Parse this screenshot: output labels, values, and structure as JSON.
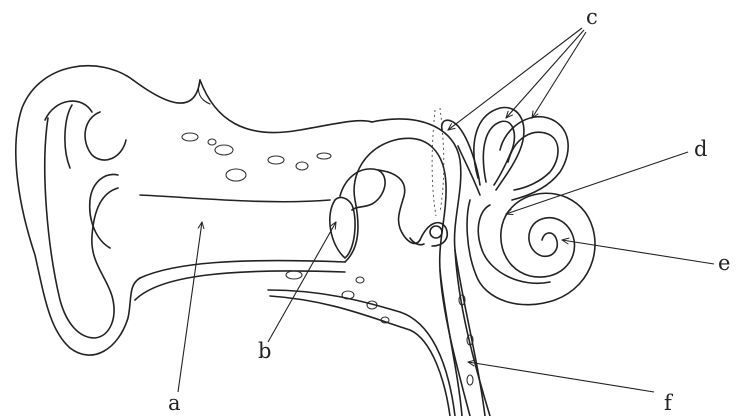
{
  "labels": {
    "a": "a",
    "b": "b",
    "c": "c",
    "d": "d",
    "e": "e",
    "f": "f"
  },
  "colors": {
    "line": "#222222",
    "background": "#ffffff"
  }
}
